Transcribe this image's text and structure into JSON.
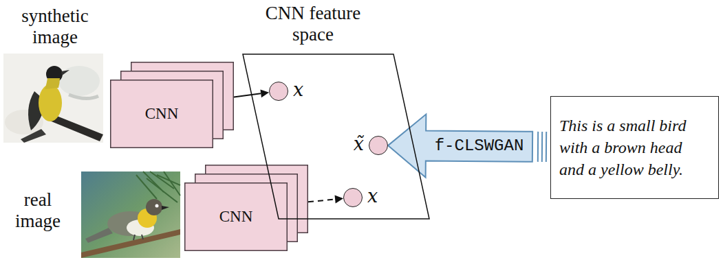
{
  "diagram": {
    "nodes": [
      {
        "text": [
          "CNN"
        ]
      },
      {
        "text": [
          "CNN"
        ]
      },
      {
        "text": [
          "CNN feature space"
        ]
      },
      {
        "text": [
          "x"
        ],
        "in": 2
      },
      {
        "text": [
          "x̃"
        ],
        "in": 2
      },
      {
        "text": [
          "x"
        ],
        "in": 2
      },
      {
        "text": [
          "This is a small bird with a brown head and a yellow belly."
        ]
      }
    ],
    "edges": [
      {
        "from": 0,
        "to": 3,
        "arrow": "to"
      },
      {
        "from": 1,
        "to": 5,
        "arrow": "to"
      },
      {
        "from": 6,
        "to": 4,
        "arrow": "to",
        "label": "f-CLSWGAN"
      }
    ],
    "labels": [
      "synthetic image",
      "real image"
    ]
  }
}
